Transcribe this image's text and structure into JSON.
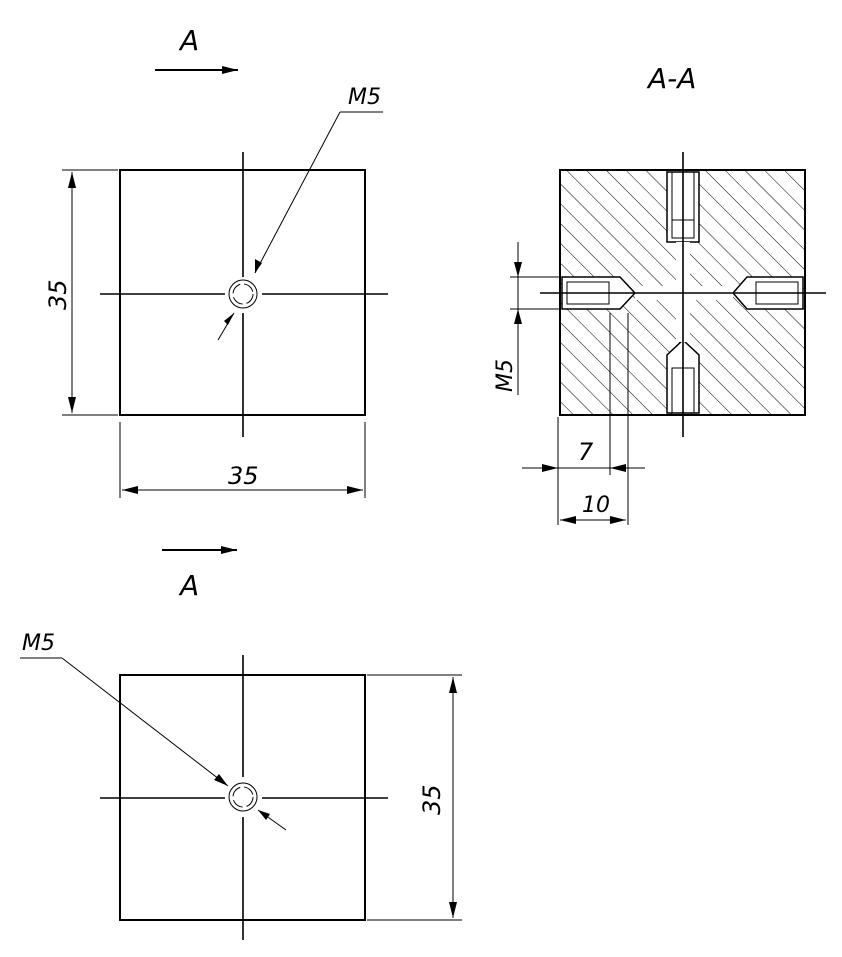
{
  "labels": {
    "view_a_top": "A",
    "view_a_bottom": "A",
    "section_title": "A-A"
  },
  "top_view": {
    "thread_callout": "M5",
    "width_dim": "35",
    "height_dim": "35"
  },
  "section_view": {
    "thread_callout": "M5",
    "depth_dim": "7",
    "offset_dim": "10"
  },
  "bottom_view": {
    "thread_callout": "M5",
    "height_dim": "35"
  },
  "colors": {
    "line": "#000000",
    "background": "#ffffff"
  }
}
